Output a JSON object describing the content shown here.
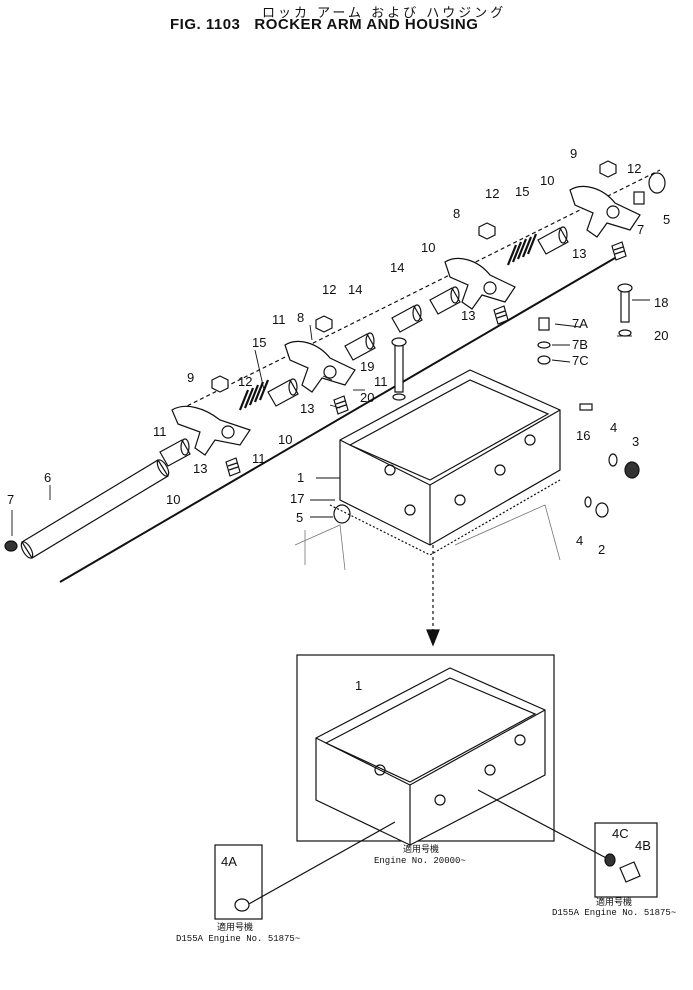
{
  "header": {
    "title_jp": "ロッカ アーム および ハウジング",
    "fig_number": "FIG. 1103",
    "title_en": "ROCKER ARM AND HOUSING"
  },
  "callouts": {
    "c1": "1",
    "c1b": "1",
    "c2": "2",
    "c3": "3",
    "c4a": "4",
    "c4b": "4",
    "c4A": "4A",
    "c4B": "4B",
    "c4C": "4C",
    "c5a": "5",
    "c5b": "5",
    "c6": "6",
    "c7a": "7",
    "c7b": "7",
    "c7A": "7A",
    "c7B": "7B",
    "c7C": "7C",
    "c8a": "8",
    "c8b": "8",
    "c9a": "9",
    "c9b": "9",
    "c10a": "10",
    "c10b": "10",
    "c10c": "10",
    "c10d": "10",
    "c11a": "11",
    "c11b": "11",
    "c11c": "11",
    "c11d": "11",
    "c12a": "12",
    "c12b": "12",
    "c12c": "12",
    "c12d": "12",
    "c13a": "13",
    "c13b": "13",
    "c13c": "13",
    "c13d": "13",
    "c14a": "14",
    "c14b": "14",
    "c15a": "15",
    "c15b": "15",
    "c16": "16",
    "c17": "17",
    "c18": "18",
    "c19": "19",
    "c20a": "20",
    "c20b": "20"
  },
  "notes": {
    "center_jp": "適用号機",
    "center_en": "Engine  No. 20000~",
    "left_jp": "適用号機",
    "left_en": "D155A  Engine  No. 51875~",
    "right_jp": "適用号機",
    "right_en": "D155A  Engine  No. 51875~"
  }
}
